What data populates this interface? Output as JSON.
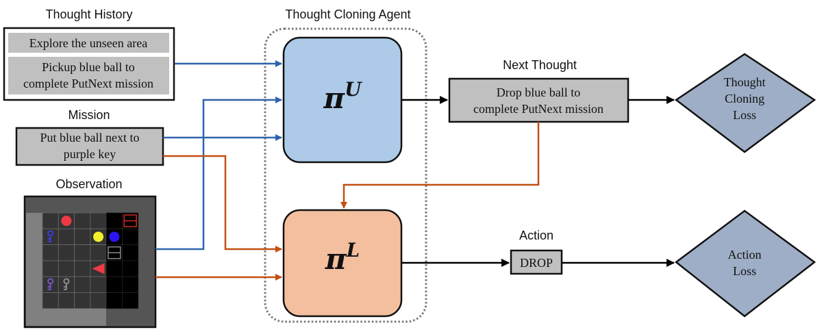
{
  "diagram": {
    "inputs": {
      "thought_history": {
        "heading": "Thought History",
        "items": [
          "Explore the unseen area",
          "Pickup blue ball to|complete PutNext mission"
        ]
      },
      "mission": {
        "heading": "Mission",
        "text": "Put blue ball next to|purple key"
      },
      "observation": {
        "heading": "Observation"
      }
    },
    "agent": {
      "heading": "Thought Cloning Agent",
      "upper": {
        "symbol": "π",
        "superscript": "U"
      },
      "lower": {
        "symbol": "π",
        "superscript": "L"
      }
    },
    "outputs": {
      "next_thought": {
        "heading": "Next Thought",
        "text": "Drop blue ball to|complete PutNext mission"
      },
      "action": {
        "heading": "Action",
        "text": "DROP"
      }
    },
    "losses": {
      "thought_cloning": {
        "text": "Thought|Cloning|Loss"
      },
      "action": {
        "text": "Action|Loss"
      }
    },
    "colors": {
      "upper_fill": "#adcbe8",
      "lower_fill": "#f4bf9f",
      "text_box_fill": "#c0c0c0",
      "loss_fill": "#9eaec6",
      "blue_arrow": "#2e64ab",
      "orange_arrow": "#c24f12",
      "black_arrow": "#000000"
    },
    "grid_objects": [
      {
        "type": "ball",
        "color": "#ee3a44",
        "col": 1,
        "row": 0
      },
      {
        "type": "box",
        "color": "#d02b25",
        "col": 5,
        "row": 0
      },
      {
        "type": "key",
        "color": "#3d3ddf",
        "col": 0,
        "row": 1
      },
      {
        "type": "ball",
        "color": "#f3ef2a",
        "col": 3,
        "row": 1
      },
      {
        "type": "ball",
        "color": "#2a14f0",
        "col": 4,
        "row": 1
      },
      {
        "type": "box",
        "color": "#888888",
        "col": 4,
        "row": 2
      },
      {
        "type": "agent",
        "color": "#ee3a44",
        "col": 3,
        "row": 3
      },
      {
        "type": "key",
        "color": "#7b52c6",
        "col": 0,
        "row": 4
      },
      {
        "type": "key",
        "color": "#8b8b8b",
        "col": 1,
        "row": 4
      }
    ]
  }
}
